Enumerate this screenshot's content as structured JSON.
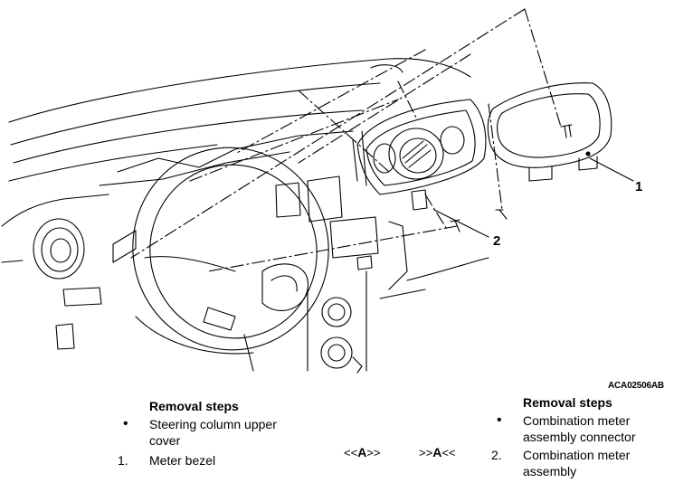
{
  "figure": {
    "callouts": {
      "c1": "1",
      "c2": "2"
    },
    "code": "ACA02506AB"
  },
  "left_steps": {
    "heading": "Removal steps",
    "items": [
      {
        "marker": "•",
        "text": "Steering column upper cover"
      },
      {
        "marker": "1.",
        "text": "Meter bezel"
      }
    ]
  },
  "service_marks": {
    "left": {
      "prefix": "<<",
      "letter": "A",
      "suffix": ">>"
    },
    "right": {
      "prefix": ">>",
      "letter": "A",
      "suffix": "<<"
    }
  },
  "right_steps": {
    "heading": "Removal steps",
    "items": [
      {
        "marker": "•",
        "text": "Combination meter assembly connector"
      },
      {
        "marker": "2.",
        "text": "Combination meter assembly"
      }
    ]
  }
}
